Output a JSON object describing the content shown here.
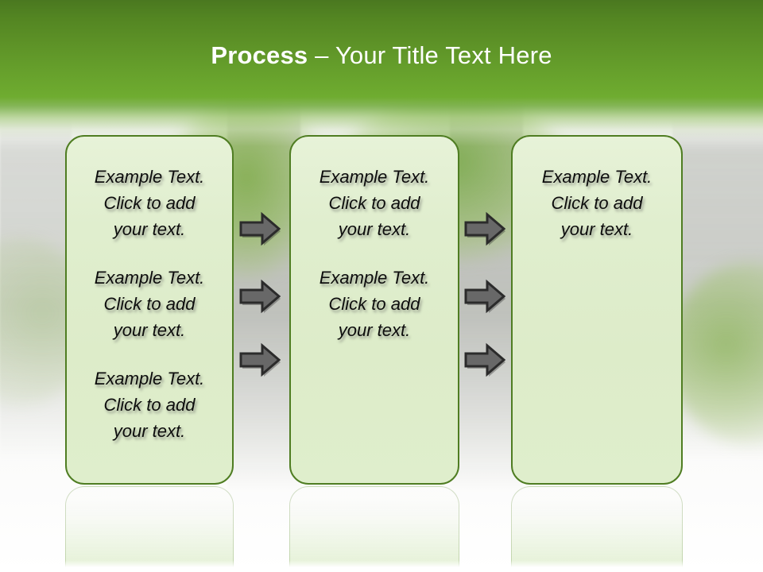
{
  "slide": {
    "title": {
      "strong": "Process",
      "normal": " – Your Title Text Here"
    },
    "colors": {
      "header_top": "#4a7820",
      "header_bottom": "#6fac30",
      "box_border": "#4f7d22",
      "box_fill": "#dfeecd",
      "arrow_fill": "#686868",
      "arrow_outline": "#2b2b2b",
      "title_text": "#ffffff",
      "body_text": "#0d0d0d"
    },
    "boxes": [
      {
        "name": "process-box-1",
        "blocks": [
          "Example Text.\nClick  to add\nyour text.",
          "Example Text.\nClick  to add\nyour text.",
          "Example Text.\nClick  to add\nyour text."
        ]
      },
      {
        "name": "process-box-2",
        "blocks": [
          "Example Text.\nClick  to add\nyour text.",
          "Example Text.\nClick  to add\nyour text."
        ]
      },
      {
        "name": "process-box-3",
        "blocks": [
          "Example Text.\nClick  to add\nyour text."
        ]
      }
    ],
    "connectors": [
      {
        "name": "arrow-right-icon",
        "group": 1,
        "index": 1
      },
      {
        "name": "arrow-right-icon",
        "group": 1,
        "index": 2
      },
      {
        "name": "arrow-right-icon",
        "group": 1,
        "index": 3
      },
      {
        "name": "arrow-right-icon",
        "group": 2,
        "index": 1
      },
      {
        "name": "arrow-right-icon",
        "group": 2,
        "index": 2
      },
      {
        "name": "arrow-right-icon",
        "group": 2,
        "index": 3
      }
    ]
  }
}
